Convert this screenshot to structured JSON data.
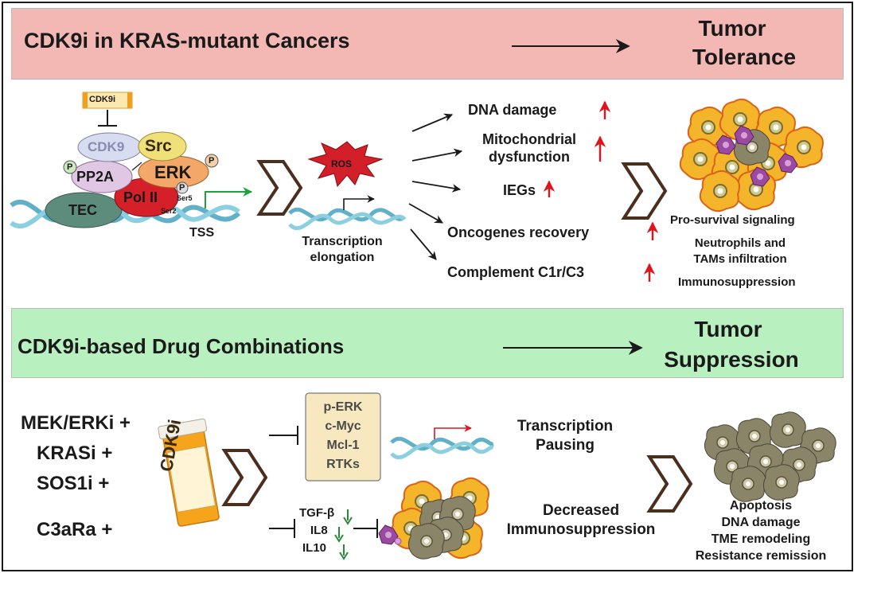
{
  "top": {
    "banner_title": "CDK9i in KRAS-mutant Cancers",
    "outcome_line1": "Tumor",
    "outcome_line2": "Tolerance",
    "complex": {
      "inhibitor": "CDK9i",
      "cdk9": "CDK9",
      "src": "Src",
      "pp2a": "PP2A",
      "erk": "ERK",
      "pol2": "Pol II",
      "tec": "TEC",
      "ser5": "Ser5",
      "ser2": "Ser2",
      "phospho": "P",
      "tss": "TSS"
    },
    "ros": "ROS",
    "transcription_line1": "Transcription",
    "transcription_line2": "elongation",
    "effects": [
      "DNA damage",
      "Mitochondrial",
      "dysfunction",
      "IEGs",
      "Oncogenes recovery",
      "Complement C1r/C3"
    ],
    "outcomes": [
      "Pro-survival signaling",
      "Neutrophils and",
      "TAMs infiltration",
      "Immunosuppression"
    ]
  },
  "bottom": {
    "banner_title": "CDK9i-based Drug Combinations",
    "outcome_line1": "Tumor",
    "outcome_line2": "Suppression",
    "drugs": [
      "MEK/ERKi +",
      "KRASi +",
      "SOS1i +",
      "C3aRa +"
    ],
    "bottle_label": "CDK9i",
    "targets": [
      "p-ERK",
      "c-Myc",
      "Mcl-1",
      "RTKs"
    ],
    "pausing_line1": "Transcription",
    "pausing_line2": "Pausing",
    "cytokines": [
      "TGF-β",
      "IL8",
      "IL10"
    ],
    "immuno_line1": "Decreased",
    "immuno_line2": "Immunosuppression",
    "results": [
      "Apoptosis",
      "DNA damage",
      "TME remodeling",
      "Resistance remission"
    ]
  },
  "colors": {
    "banner_top": "#f4b8b4",
    "banner_bottom": "#b9f0c0",
    "up_arrow": "#e0141e",
    "down_arrow": "#2a8a3a",
    "tss_arrow": "#22a040",
    "pause_arrow": "#e0141e",
    "dna": "#5fb0c8"
  }
}
